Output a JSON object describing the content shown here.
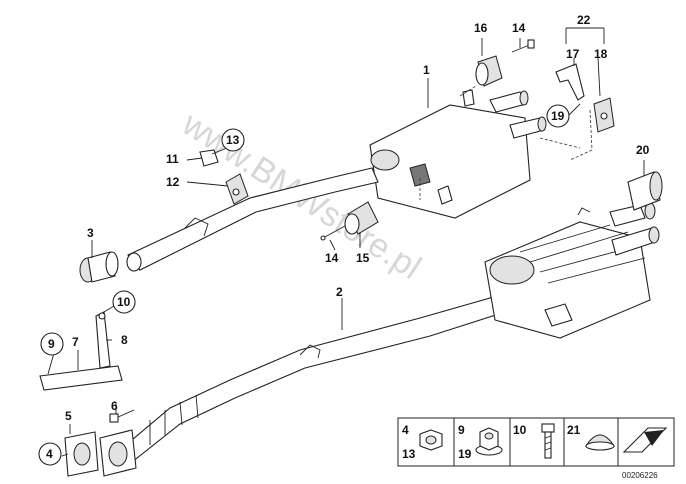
{
  "diagram": {
    "part_labels": {
      "p1": "1",
      "p2": "2",
      "p3": "3",
      "p4": "4",
      "p5": "5",
      "p6": "6",
      "p7": "7",
      "p8": "8",
      "p9": "9",
      "p10": "10",
      "p11": "11",
      "p12": "12",
      "p13": "13",
      "p14a": "14",
      "p14b": "14",
      "p15": "15",
      "p16": "16",
      "p17": "17",
      "p18": "18",
      "p19": "19",
      "p20": "20",
      "p22": "22"
    },
    "legend": {
      "c1_top": "4",
      "c1_bottom": "13",
      "c2_top": "9",
      "c2_bottom": "19",
      "c3_top": "10",
      "c4_top": "21"
    },
    "watermark": "www.BMWstore.pl",
    "diagram_number": "00206226"
  }
}
